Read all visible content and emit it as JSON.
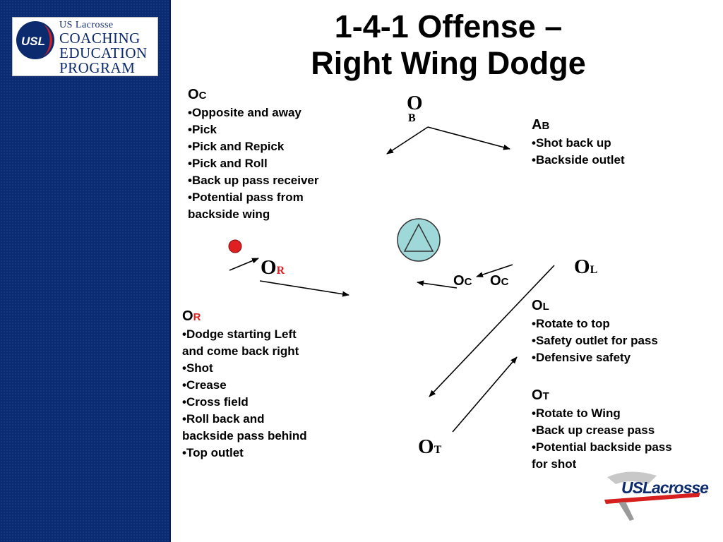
{
  "logo": {
    "line1": "US Lacrosse",
    "line2": "COACHING",
    "line3": "EDUCATION",
    "line4": "PROGRAM",
    "badge": "USL"
  },
  "title": {
    "line1": "1-4-1 Offense –",
    "line2": "Right Wing Dodge"
  },
  "oc_block": {
    "head": "O",
    "sub": "C",
    "items": [
      "•Opposite and away",
      "•Pick",
      "•Pick and Repick",
      "•Pick and Roll",
      "•Back up pass receiver",
      "•Potential pass from",
      "backside wing"
    ]
  },
  "ab_block": {
    "head": "A",
    "sub": "B",
    "items": [
      "•Shot back up",
      "•Backside outlet"
    ]
  },
  "or_block": {
    "head": "O",
    "sub": "R",
    "items": [
      "•Dodge starting Left",
      "and come back right",
      "•Shot",
      "•Crease",
      "•Cross field",
      "•Roll back and",
      "backside pass behind",
      "•Top outlet"
    ]
  },
  "ol_block": {
    "head": "O",
    "sub": "L",
    "items": [
      "•Rotate to top",
      "•Safety outlet for pass",
      "•Defensive safety"
    ]
  },
  "ot_block": {
    "head": "O",
    "sub": "T",
    "items": [
      "•Rotate to Wing",
      "•Back up crease pass",
      "•Potential backside pass",
      "for shot"
    ]
  },
  "nodes": {
    "ob": {
      "main": "O",
      "sub": "B"
    },
    "or": {
      "main": "O",
      "sub": "R"
    },
    "ol": {
      "main": "O",
      "sub": "L"
    },
    "ot": {
      "main": "O",
      "sub": "T"
    },
    "oc1": {
      "main": "O",
      "sub": "C"
    },
    "oc2": {
      "main": "O",
      "sub": "C"
    }
  },
  "brand": {
    "text": "USLacrosse"
  },
  "colors": {
    "sidebar": "#0c2a6e",
    "accent_red": "#e02020",
    "goal_fill": "#9fd8d8"
  }
}
